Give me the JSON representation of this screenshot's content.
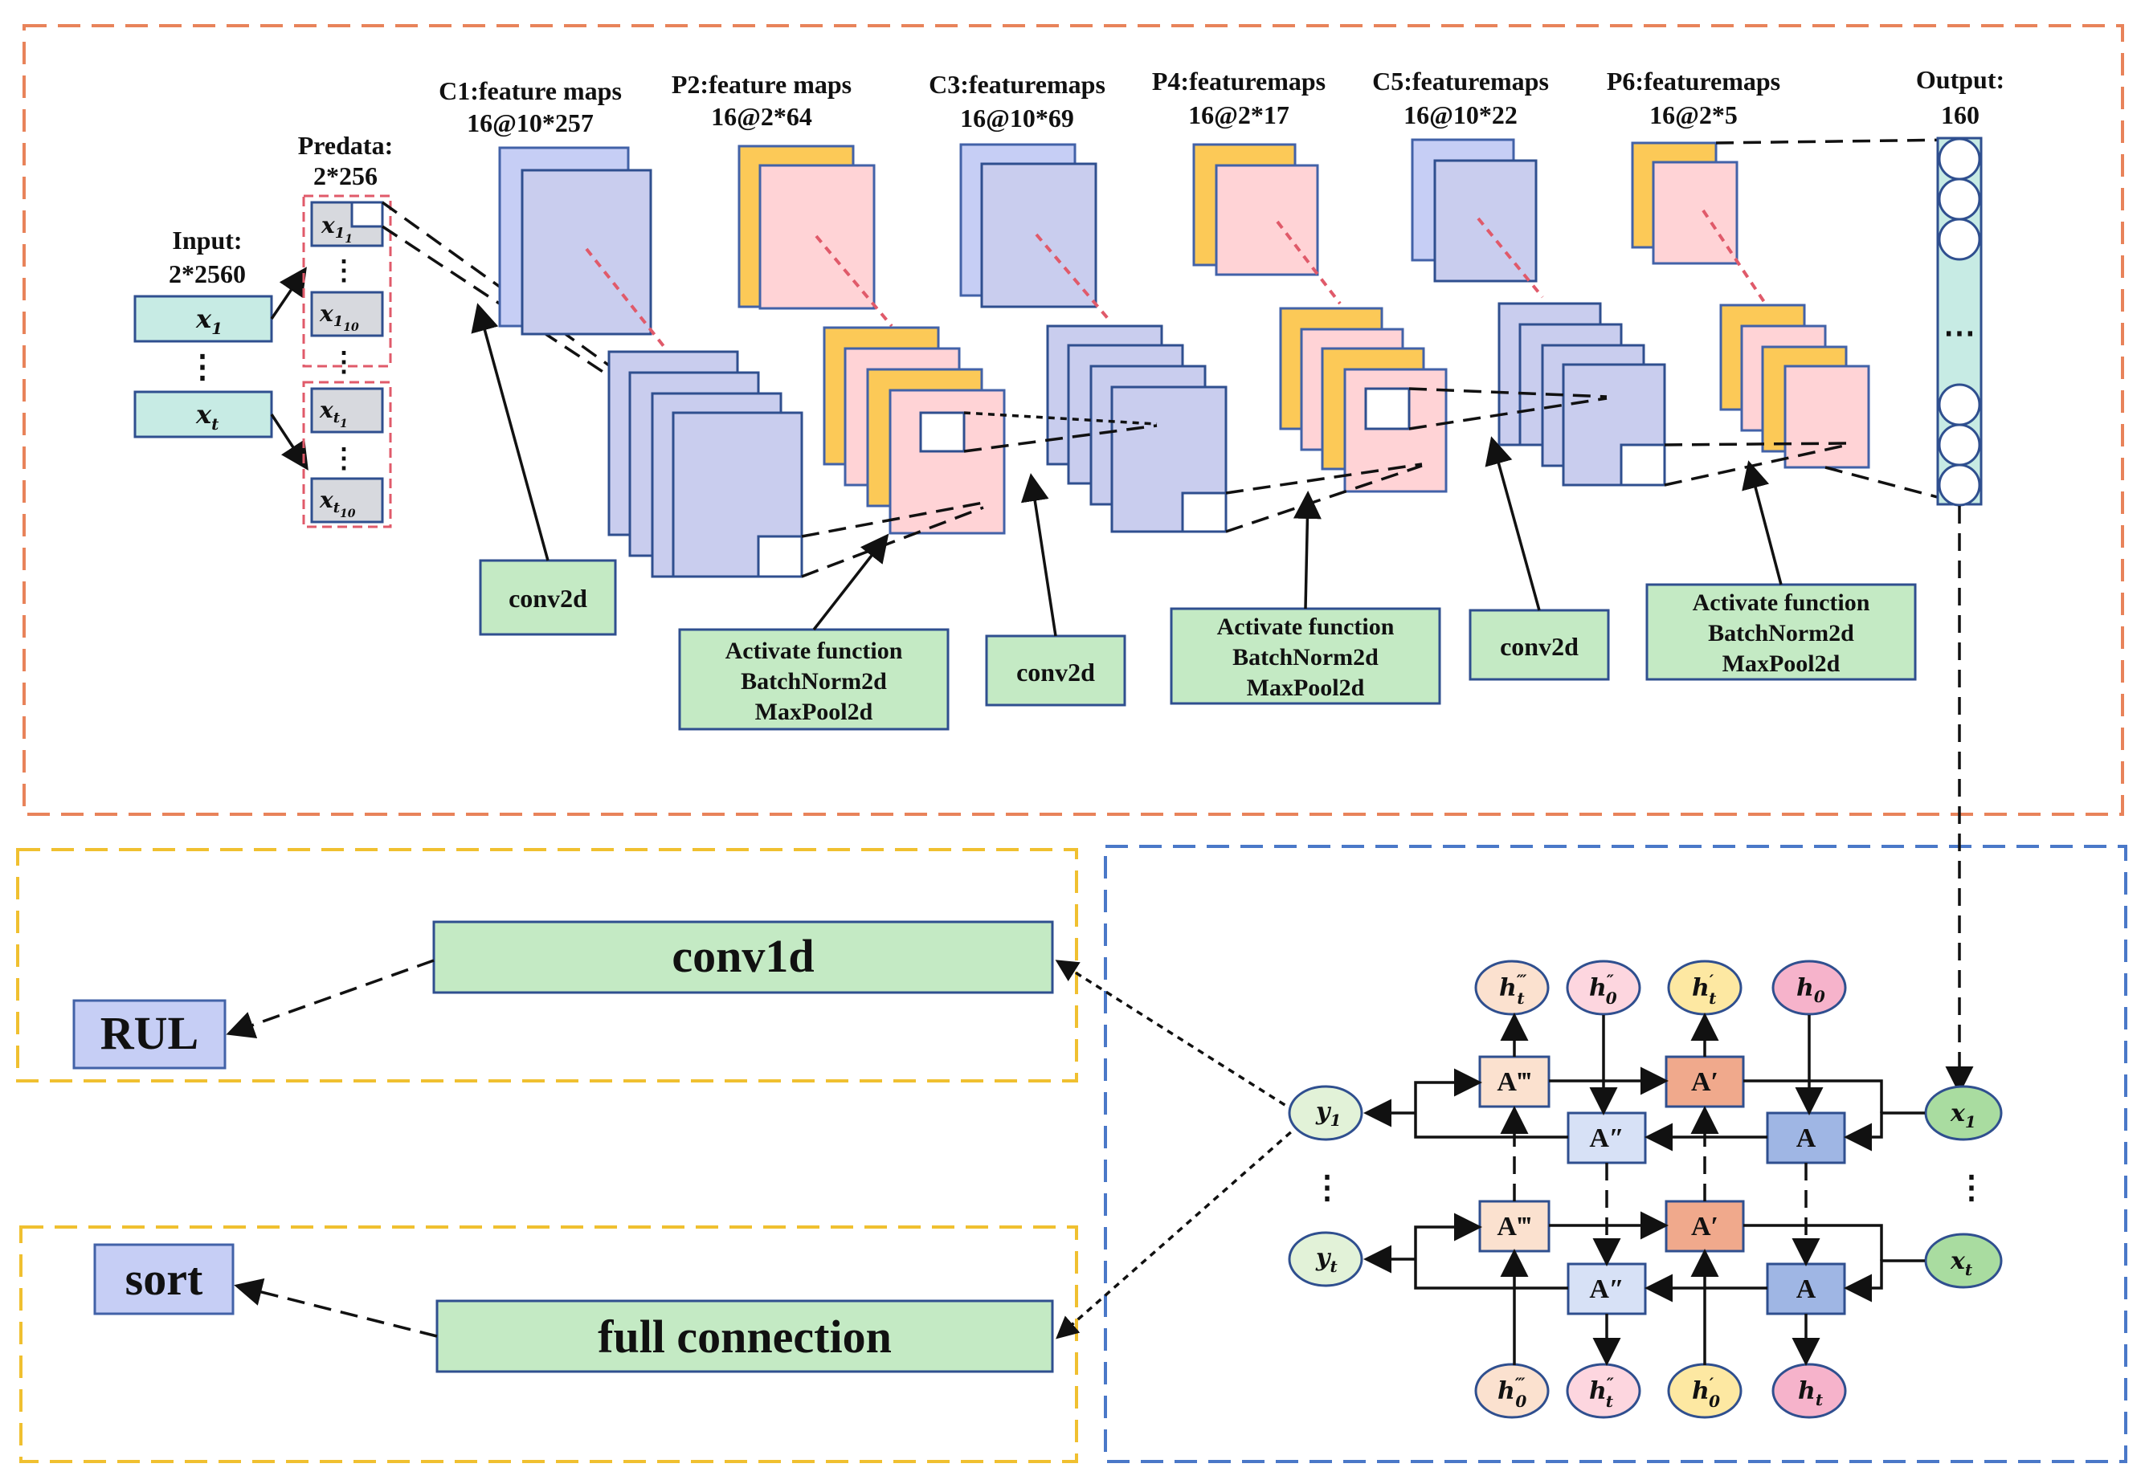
{
  "cnn": {
    "input_title": "Input:",
    "input_dim": "2*2560",
    "input_x1": "x",
    "input_x1_sub": "1",
    "input_xt": "x",
    "input_xt_sub": "t",
    "predata_title": "Predata:",
    "predata_dim": "2*256",
    "pre_items": [
      {
        "base": "x",
        "sub": "1",
        "subsub": "1"
      },
      {
        "base": "x",
        "sub": "1",
        "subsub": "10"
      },
      {
        "base": "x",
        "sub": "t",
        "subsub": "1"
      },
      {
        "base": "x",
        "sub": "t",
        "subsub": "10"
      }
    ],
    "layers": [
      {
        "name": "C1:feature maps",
        "dim": "16@10*257"
      },
      {
        "name": "P2:feature maps",
        "dim": "16@2*64"
      },
      {
        "name": "C3:featuremaps",
        "dim": "16@10*69"
      },
      {
        "name": "P4:featuremaps",
        "dim": "16@2*17"
      },
      {
        "name": "C5:featuremaps",
        "dim": "16@10*22"
      },
      {
        "name": "P6:featuremaps",
        "dim": "16@2*5"
      }
    ],
    "output_title": "Output:",
    "output_dim": "160",
    "conv_label": "conv2d",
    "act_lines": [
      "Activate function",
      "BatchNorm2d",
      "MaxPool2d"
    ]
  },
  "heads": {
    "conv1d": "conv1d",
    "rul": "RUL",
    "full_connection": "full connection",
    "sort": "sort"
  },
  "bilstm": {
    "top_states": [
      {
        "base": "h",
        "sub": "t",
        "prime": "‴"
      },
      {
        "base": "h",
        "sub": "0",
        "prime": "″"
      },
      {
        "base": "h",
        "sub": "t",
        "prime": "′"
      },
      {
        "base": "h",
        "sub": "0",
        "prime": ""
      }
    ],
    "bottom_states": [
      {
        "base": "h",
        "sub": "0",
        "prime": "‴"
      },
      {
        "base": "h",
        "sub": "t",
        "prime": "″"
      },
      {
        "base": "h",
        "sub": "0",
        "prime": "′"
      },
      {
        "base": "h",
        "sub": "t",
        "prime": ""
      }
    ],
    "cell_A3": "A‴",
    "cell_A1": "A′",
    "cell_A2": "A″",
    "cell_A": "A",
    "y1": "y",
    "y1_sub": "1",
    "yt": "y",
    "yt_sub": "t",
    "x1": "x",
    "x1_sub": "1",
    "xt": "x",
    "xt_sub": "t"
  },
  "colors": {
    "frame_orange": "#e8835a",
    "frame_yellow": "#f0c030",
    "frame_blue": "#4a78c8"
  }
}
